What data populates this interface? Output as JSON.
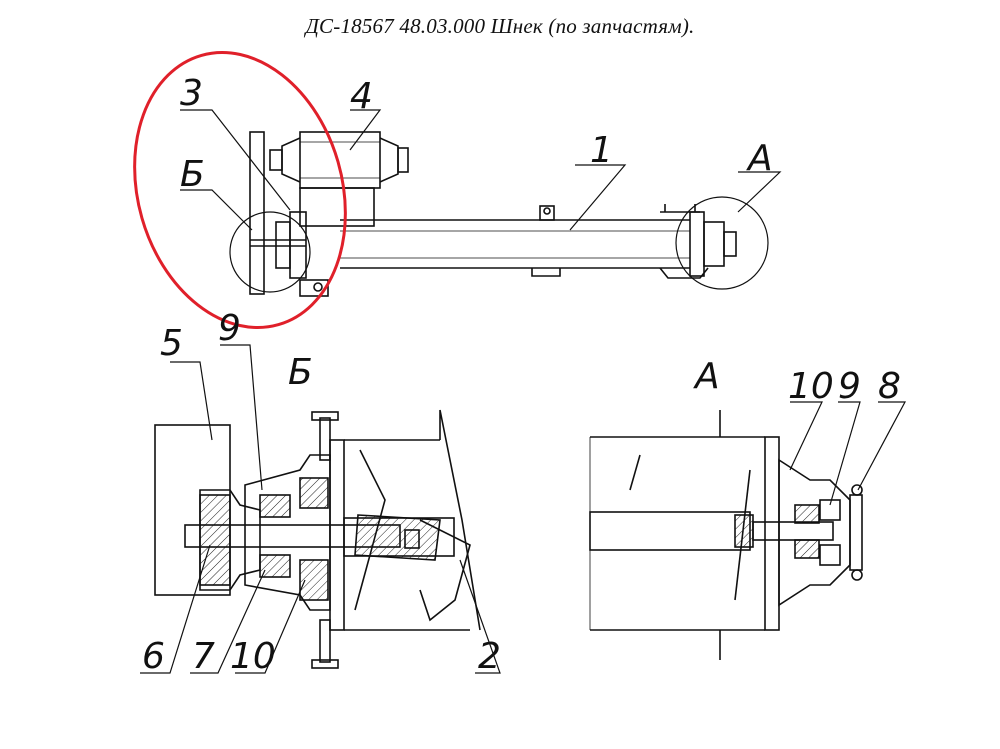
{
  "title": "ДС-18567 48.03.000 Шнек   (по запчастям).",
  "callouts": {
    "top_3": "3",
    "top_4": "4",
    "top_1": "1",
    "top_A": "А",
    "top_B": "Б",
    "det_5": "5",
    "det_9_left": "9",
    "det_B": "Б",
    "det_6": "6",
    "det_7": "7",
    "det_10_left": "10",
    "det_2": "2",
    "det_A": "А",
    "det_10_right": "10",
    "det_9_right": "9",
    "det_8": "8"
  },
  "colors": {
    "ink": "#111111",
    "highlight": "#e0202a",
    "hatch": "#222222"
  }
}
